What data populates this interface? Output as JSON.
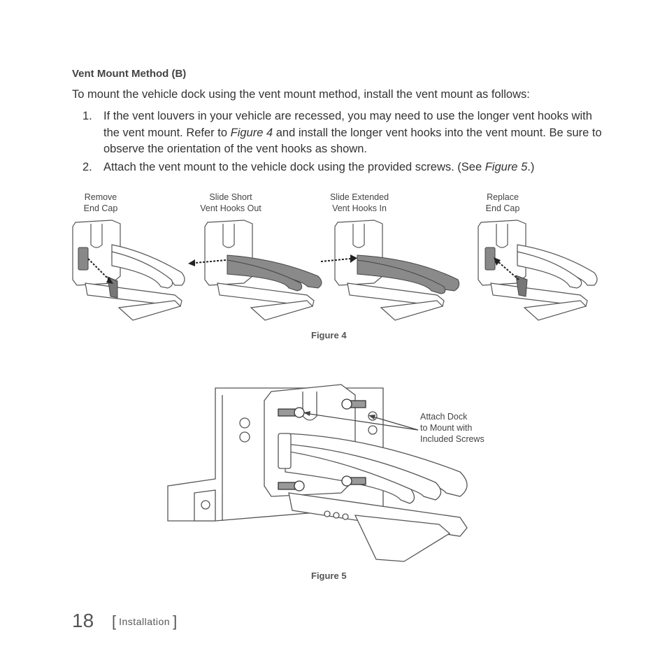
{
  "heading": "Vent Mount Method (B)",
  "intro": "To mount the vehicle dock using the vent mount method, install the vent mount as follows:",
  "steps": [
    {
      "num": "1.",
      "parts": [
        "If the vent louvers in your vehicle are recessed, you may need to use the longer vent hooks with the vent mount. Refer to ",
        "Figure 4",
        " and install the longer vent hooks into the vent mount. Be sure to observe the orientation of the vent hooks as shown."
      ]
    },
    {
      "num": "2.",
      "parts": [
        "Attach the vent mount to the vehicle dock using the provided screws. (See ",
        "Figure 5",
        ".)"
      ]
    }
  ],
  "figure4": {
    "steps": [
      {
        "line1": "Remove",
        "line2": "End Cap"
      },
      {
        "line1": "Slide Short",
        "line2": "Vent Hooks Out"
      },
      {
        "line1": "Slide Extended",
        "line2": "Vent Hooks In"
      },
      {
        "line1": "Replace",
        "line2": "End Cap"
      }
    ],
    "caption": "Figure 4"
  },
  "figure5": {
    "callout": [
      "Attach Dock",
      "to Mount with",
      "Included Screws"
    ],
    "caption": "Figure 5"
  },
  "footer": {
    "page_number": "18",
    "bracket_open": "[",
    "section": "Installation",
    "bracket_close": "]"
  }
}
